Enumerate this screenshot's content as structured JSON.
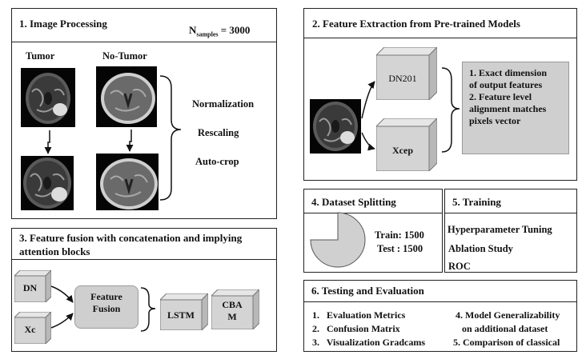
{
  "panel1": {
    "title": "1. Image Processing",
    "n_label": "N",
    "n_sub": "samples",
    "n_value": " = 3000",
    "col_tumor": "Tumor",
    "col_no_tumor": "No-Tumor",
    "steps": [
      "Normalization",
      "Rescaling",
      "Auto-crop"
    ]
  },
  "panel2": {
    "title": "2. Feature Extraction from Pre-trained Models",
    "model_a": "DN201",
    "model_b": "Xcep",
    "note_lines": [
      "1. Exact dimension",
      "of output features",
      "2. Feature level",
      "alignment matches",
      "pixels vector"
    ]
  },
  "panel3": {
    "title_line1": "3. Feature fusion with concatenation and implying",
    "title_line2": "attention blocks",
    "in_a": "DN",
    "in_b": "Xc",
    "fusion_line1": "Feature",
    "fusion_line2": "Fusion",
    "block_a": "LSTM",
    "block_b_line1": "CBA",
    "block_b_line2": "M"
  },
  "panel4": {
    "title": "4. Dataset Splitting",
    "train": "Train: 1500",
    "test": "Test : 1500",
    "split_fraction_train": 0.75
  },
  "panel5": {
    "title": "5. Training",
    "items": [
      "Hyperparameter Tuning",
      "Ablation Study",
      "ROC"
    ]
  },
  "panel6": {
    "title": "6. Testing and Evaluation",
    "left": [
      "1.   Evaluation Metrics",
      "2.   Confusion Matrix",
      "3.   Visualization Gradcams"
    ],
    "right": [
      "4. Model Generalizability",
      "on additional dataset",
      "5. Comparison of classical"
    ]
  },
  "colors": {
    "box_fill": "#d4d4d4",
    "box_top": "#e6e6e6",
    "box_side": "#b8b8b8",
    "pie_fill": "#d0d0d0"
  }
}
